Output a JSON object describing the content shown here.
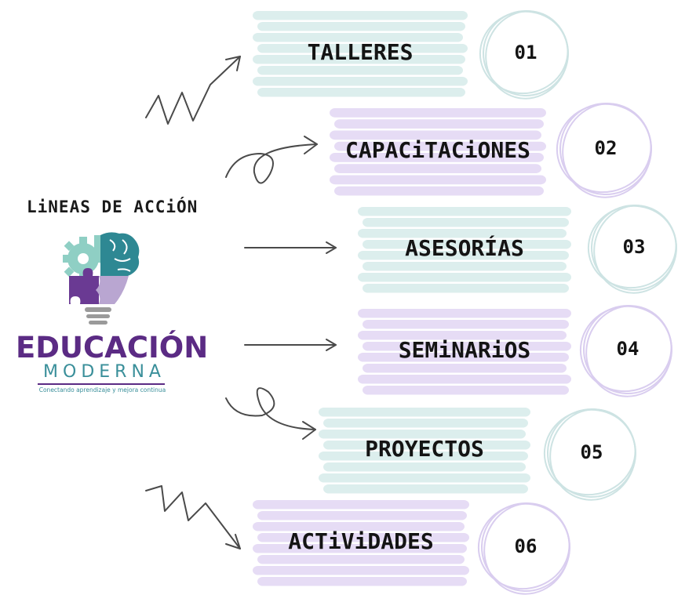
{
  "heading": "LiNEAS DE ACCiÓN",
  "brand": {
    "name": "EDUCACIÓN",
    "subname": "MODERNA",
    "tagline": "Conectando aprendizaje y mejora continua",
    "colors": {
      "purple": "#5b2b84",
      "teal": "#2e8893",
      "mint": "#8fcfc4",
      "lavender": "#b9a6d1"
    },
    "icon": "puzzle-brain-lightbulb-icon"
  },
  "items": [
    {
      "label": "TALLERES",
      "number": "01",
      "color": "#dceeed",
      "circle": "#cde3e3",
      "arrow": "zigzag-up"
    },
    {
      "label": "CAPACiTACiONES",
      "number": "02",
      "color": "#e6dcf5",
      "circle": "#d9cdef",
      "arrow": "loop-up"
    },
    {
      "label": "ASESORÍAS",
      "number": "03",
      "color": "#dceeed",
      "circle": "#cde3e3",
      "arrow": "straight"
    },
    {
      "label": "SEMiNARiOS",
      "number": "04",
      "color": "#e6dcf5",
      "circle": "#d9cdef",
      "arrow": "straight"
    },
    {
      "label": "PROYECTOS",
      "number": "05",
      "color": "#dceeed",
      "circle": "#cde3e3",
      "arrow": "loop-down"
    },
    {
      "label": "ACTiViDADES",
      "number": "06",
      "color": "#e6dcf5",
      "circle": "#d9cdef",
      "arrow": "zigzag-down"
    }
  ]
}
